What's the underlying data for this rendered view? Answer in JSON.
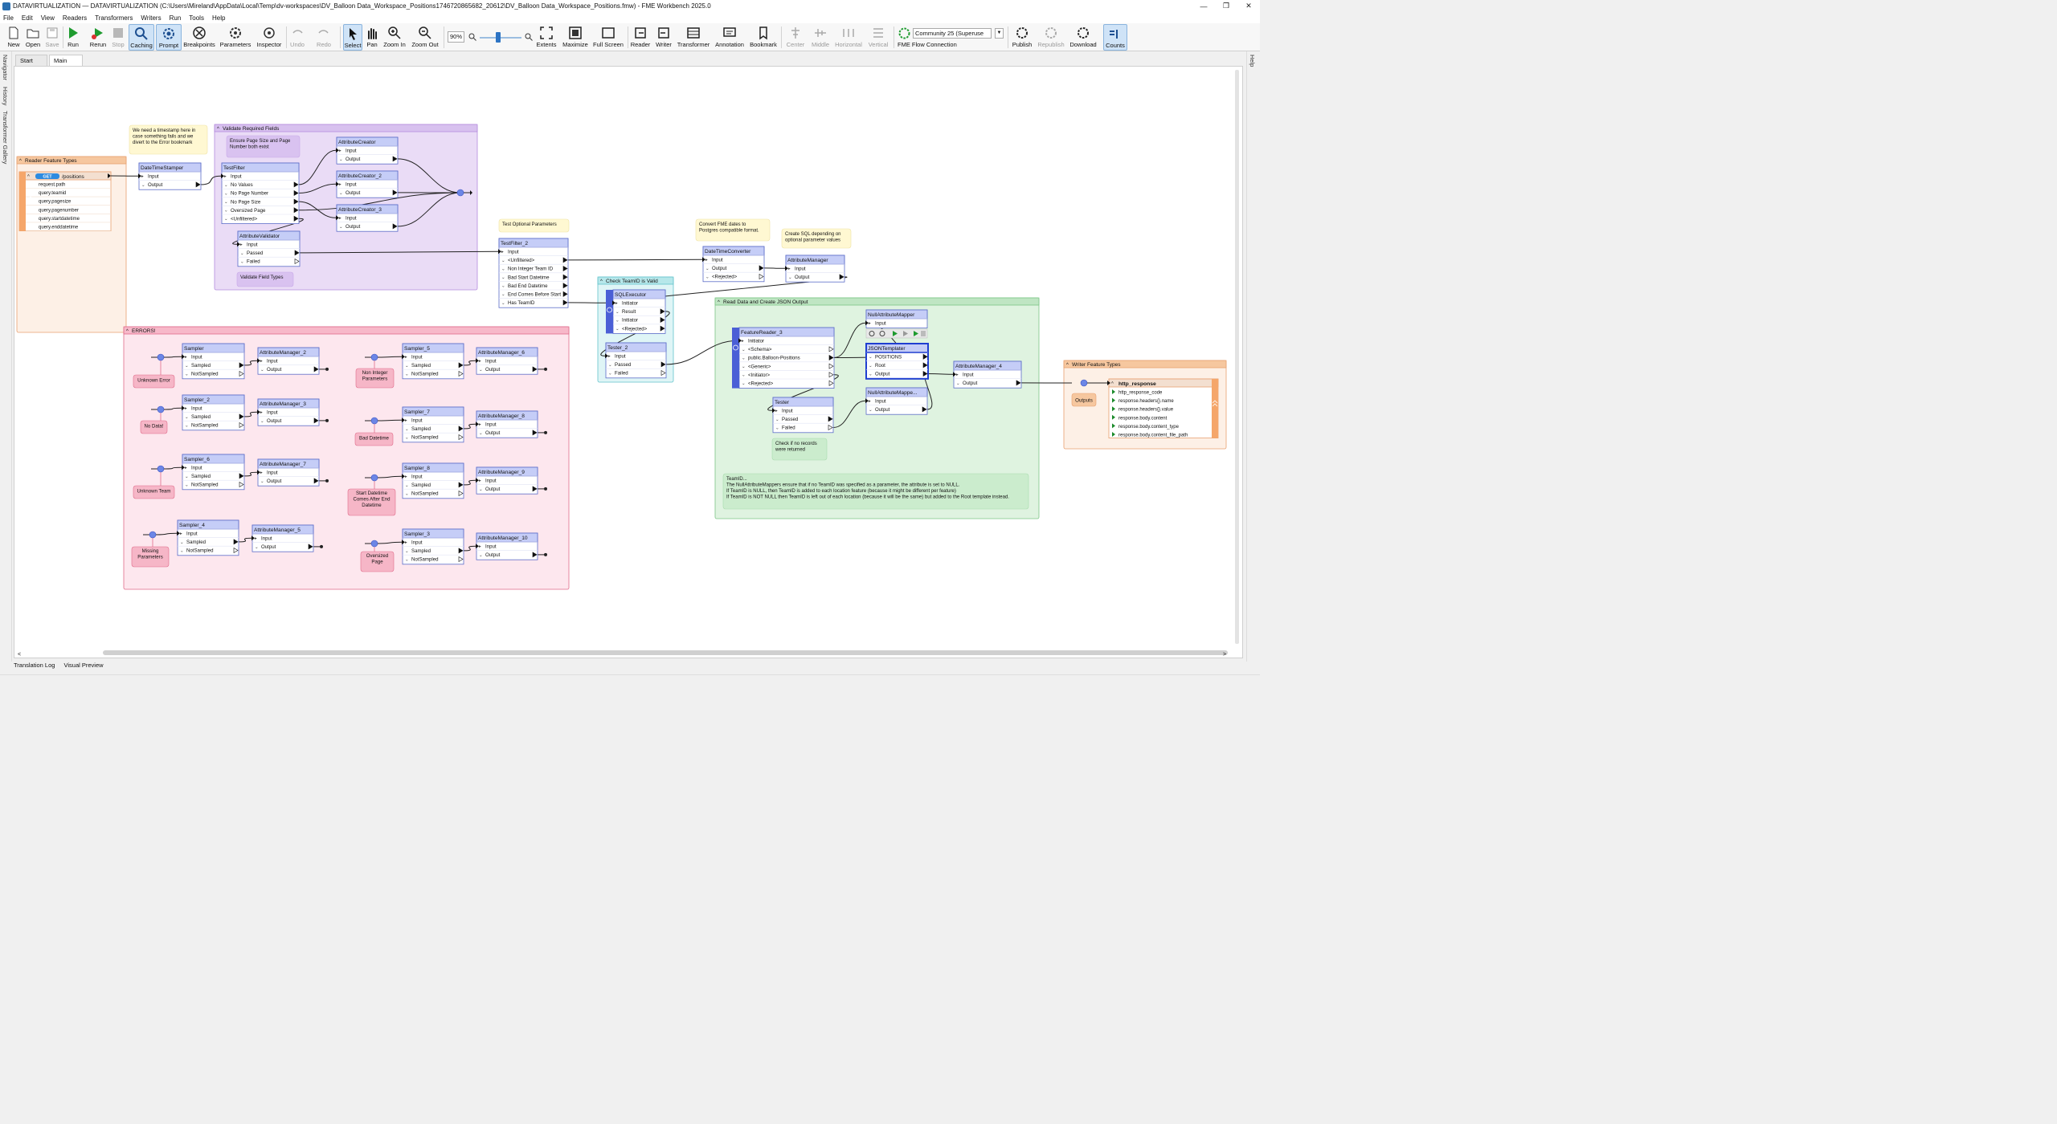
{
  "window": {
    "title": "DATAVIRTUALIZATION — DATAVIRTUALIZATION (C:\\Users\\Mireland\\AppData\\Local\\Temp\\dv-workspaces\\DV_Balloon Data_Workspace_Positions1746720865682_20612\\DV_Balloon Data_Workspace_Positions.fmw) - FME Workbench 2025.0"
  },
  "menu": [
    "File",
    "Edit",
    "View",
    "Readers",
    "Transformers",
    "Writers",
    "Run",
    "Tools",
    "Help"
  ],
  "toolbar": {
    "new": "New",
    "open": "Open",
    "save": "Save",
    "run": "Run",
    "rerun": "Rerun",
    "stop": "Stop",
    "caching": "Caching",
    "prompt": "Prompt",
    "breakpoints": "Breakpoints",
    "parameters": "Parameters",
    "inspector": "Inspector",
    "undo": "Undo",
    "redo": "Redo",
    "select": "Select",
    "pan": "Pan",
    "zoom_in": "Zoom In",
    "zoom_out": "Zoom Out",
    "zoom_level": "90%",
    "extents": "Extents",
    "maximize": "Maximize",
    "full_screen": "Full Screen",
    "reader": "Reader",
    "writer": "Writer",
    "transformer": "Transformer",
    "annotation": "Annotation",
    "bookmark": "Bookmark",
    "center": "Center",
    "middle": "Middle",
    "horizontal": "Horizontal",
    "vertical": "Vertical",
    "flow_env": "Community 25 (Superuse",
    "flow_connection": "FME Flow Connection",
    "publish": "Publish",
    "republish": "Republish",
    "download": "Download",
    "counts": "Counts"
  },
  "side_tabs": {
    "navigator": "Navigator",
    "history": "History",
    "gallery": "Transformer Gallery",
    "help": "Help"
  },
  "tabs": [
    "Start",
    "Main"
  ],
  "bottom_tabs": [
    "Translation Log",
    "Visual Preview"
  ],
  "colors": {
    "node_header": "#c5cdf7",
    "node_border": "#5b6bc8",
    "reader_header": "#f3dfd0",
    "purple": "#eadcf6",
    "purple_border": "#b48bdd",
    "pink": "#fde7ee",
    "pink_border": "#e06b8a",
    "cyan": "#dff5f6",
    "cyan_border": "#63c4cc",
    "green": "#dff3e0",
    "green_border": "#7cc586",
    "note": "#fff8d2",
    "pinkbubble": "#f6b6c7",
    "orange": "#f5a66a",
    "selected": "#1f3ed1"
  },
  "bookmarks": [
    {
      "id": "bm_reader",
      "title": "Reader Feature Types",
      "theme": "orange"
    },
    {
      "id": "bm_validate",
      "title": "Validate Required Fields",
      "theme": "purple"
    },
    {
      "id": "bm_errors",
      "title": "ERRORS!",
      "theme": "pink"
    },
    {
      "id": "bm_check",
      "title": "Check TeamID is Valid",
      "theme": "cyan"
    },
    {
      "id": "bm_read",
      "title": "Read Data and Create JSON Output",
      "theme": "green"
    },
    {
      "id": "bm_writer",
      "title": "Writer Feature Types",
      "theme": "orange"
    }
  ],
  "notes": [
    {
      "id": "n_ts",
      "text": [
        "We need a timestamp here in",
        "case something fails and we",
        "divert to the Error bookmark"
      ],
      "theme": "yellow"
    },
    {
      "id": "n_ensure",
      "text": [
        "Ensure Page Size and Page",
        "Number both exist"
      ],
      "theme": "purple"
    },
    {
      "id": "n_vft",
      "text": [
        "Validate Field Types"
      ],
      "theme": "purple"
    },
    {
      "id": "n_top",
      "text": [
        "Test Optional Parameters"
      ],
      "theme": "yellow"
    },
    {
      "id": "n_conv",
      "text": [
        "Convert FME dates to",
        "Postgres compatible format."
      ],
      "theme": "yellow"
    },
    {
      "id": "n_sql",
      "text": [
        "Create SQL depending on",
        "optional parameter values"
      ],
      "theme": "yellow"
    },
    {
      "id": "n_norec",
      "text": [
        "Check if no records",
        "were returned"
      ],
      "theme": "green"
    },
    {
      "id": "n_teamid",
      "text": [
        "TeamID...",
        "The NullAttributeMappers ensure that if no TeamID was specified as a parameter, the attribute is set to NULL.",
        "If TeamID is NULL, then TeamID is added to each location feature (because it might be different per feature)",
        "If TeamID is NOT NULL then TeamID is left out of each location (because it will be the same) but added to the Root template instead."
      ],
      "theme": "green"
    }
  ],
  "reader": {
    "method": "GET",
    "name": "/positions",
    "attrs": [
      "request.path",
      "query.teamid",
      "query.pagesize",
      "query.pagenumber",
      "query.startdatetime",
      "query.enddatetime"
    ]
  },
  "writer": {
    "name": "http_response",
    "attrs": [
      "http_response_code",
      "response.headers{}.name",
      "response.headers{}.value",
      "response.body.content",
      "response.body.content_type",
      "response.body.content_file_path"
    ],
    "bubble": "Outputs"
  },
  "transformers": [
    {
      "id": "dts",
      "name": "DateTimeStamper",
      "ports": [
        "Input",
        "Output"
      ]
    },
    {
      "id": "tf",
      "name": "TestFilter",
      "ports": [
        "Input",
        "No Values",
        "No Page Number",
        "No Page Size",
        "Oversized Page",
        "<Unfiltered>"
      ]
    },
    {
      "id": "ac1",
      "name": "AttributeCreator",
      "ports": [
        "Input",
        "Output"
      ]
    },
    {
      "id": "ac2",
      "name": "AttributeCreator_2",
      "ports": [
        "Input",
        "Output"
      ]
    },
    {
      "id": "ac3",
      "name": "AttributeCreator_3",
      "ports": [
        "Input",
        "Output"
      ]
    },
    {
      "id": "av",
      "name": "AttributeValidator",
      "ports": [
        "Input",
        "Passed",
        "Failed"
      ]
    },
    {
      "id": "tf2",
      "name": "TestFilter_2",
      "ports": [
        "Input",
        "<Unfiltered>",
        "Non Integer Team ID",
        "Bad Start Datetime",
        "Bad End Datetime",
        "End Comes Before Start",
        "Has TeamID"
      ]
    },
    {
      "id": "dtc",
      "name": "DateTimeConverter",
      "ports": [
        "Input",
        "Output",
        "<Rejected>"
      ]
    },
    {
      "id": "am",
      "name": "AttributeManager",
      "ports": [
        "Input",
        "Output"
      ]
    },
    {
      "id": "sqle",
      "name": "SQLExecutor",
      "ports": [
        "Initiator",
        "Result",
        "Initiator",
        "<Rejected>"
      ]
    },
    {
      "id": "t2",
      "name": "Tester_2",
      "ports": [
        "Input",
        "Passed",
        "Failed"
      ]
    },
    {
      "id": "fr3",
      "name": "FeatureReader_3",
      "ports": [
        "Initiator",
        "<Schema>",
        "public.Balloon-Positions",
        "<Generic>",
        "<Initiator>",
        "<Rejected>"
      ]
    },
    {
      "id": "nam1",
      "name": "NullAttributeMapper",
      "ports": [
        "Input"
      ]
    },
    {
      "id": "jt",
      "name": "JSONTemplater",
      "ports": [
        "POSITIONS",
        "Root",
        "Output"
      ]
    },
    {
      "id": "nam2",
      "name": "NullAttributeMappe...",
      "ports": [
        "Input",
        "Output"
      ]
    },
    {
      "id": "tst",
      "name": "Tester",
      "ports": [
        "Input",
        "Passed",
        "Failed"
      ]
    },
    {
      "id": "am4",
      "name": "AttributeManager_4",
      "ports": [
        "Input",
        "Output"
      ]
    },
    {
      "id": "s1",
      "name": "Sampler",
      "ports": [
        "Input",
        "Sampled",
        "NotSampled"
      ]
    },
    {
      "id": "s2",
      "name": "Sampler_2",
      "ports": [
        "Input",
        "Sampled",
        "NotSampled"
      ]
    },
    {
      "id": "s6",
      "name": "Sampler_6",
      "ports": [
        "Input",
        "Sampled",
        "NotSampled"
      ]
    },
    {
      "id": "s4",
      "name": "Sampler_4",
      "ports": [
        "Input",
        "Sampled",
        "NotSampled"
      ]
    },
    {
      "id": "s5",
      "name": "Sampler_5",
      "ports": [
        "Input",
        "Sampled",
        "NotSampled"
      ]
    },
    {
      "id": "s7",
      "name": "Sampler_7",
      "ports": [
        "Input",
        "Sampled",
        "NotSampled"
      ]
    },
    {
      "id": "s8",
      "name": "Sampler_8",
      "ports": [
        "Input",
        "Sampled",
        "NotSampled"
      ]
    },
    {
      "id": "s3",
      "name": "Sampler_3",
      "ports": [
        "Input",
        "Sampled",
        "NotSampled"
      ]
    },
    {
      "id": "am2",
      "name": "AttributeManager_2",
      "ports": [
        "Input",
        "Output"
      ]
    },
    {
      "id": "am3",
      "name": "AttributeManager_3",
      "ports": [
        "Input",
        "Output"
      ]
    },
    {
      "id": "am7",
      "name": "AttributeManager_7",
      "ports": [
        "Input",
        "Output"
      ]
    },
    {
      "id": "am5",
      "name": "AttributeManager_5",
      "ports": [
        "Input",
        "Output"
      ]
    },
    {
      "id": "am6",
      "name": "AttributeManager_6",
      "ports": [
        "Input",
        "Output"
      ]
    },
    {
      "id": "am8",
      "name": "AttributeManager_8",
      "ports": [
        "Input",
        "Output"
      ]
    },
    {
      "id": "am9",
      "name": "AttributeManager_9",
      "ports": [
        "Input",
        "Output"
      ]
    },
    {
      "id": "am10",
      "name": "AttributeManager_10",
      "ports": [
        "Input",
        "Output"
      ]
    }
  ],
  "error_bubbles": [
    {
      "id": "e1",
      "text": [
        "Unknown Error"
      ]
    },
    {
      "id": "e2",
      "text": [
        "No Data!"
      ]
    },
    {
      "id": "e3",
      "text": [
        "Unknown Team"
      ]
    },
    {
      "id": "e4",
      "text": [
        "Missing",
        "Parameters"
      ]
    },
    {
      "id": "e5",
      "text": [
        "Non Integer",
        "Parameters"
      ]
    },
    {
      "id": "e6",
      "text": [
        "Bad Datetime"
      ]
    },
    {
      "id": "e7",
      "text": [
        "Start Datetime",
        "Comes After End",
        "Datetime"
      ]
    },
    {
      "id": "e8",
      "text": [
        "Oversized",
        "Page"
      ]
    }
  ]
}
